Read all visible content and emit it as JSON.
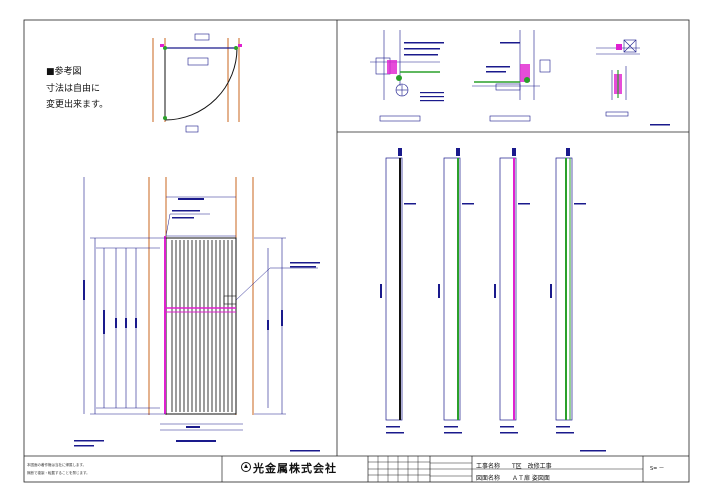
{
  "notes": {
    "title": "■参考図",
    "line1": "寸法は自由に",
    "line2": "変更出来ます。"
  },
  "title_block": {
    "company": "光金属株式会社",
    "project_label": "工事名称",
    "project_value": "T区　改修工事",
    "drawing_label": "図面名称",
    "drawing_value": "ＡＴ扉 姿図面",
    "disclaimer_line1": "本図面の著作権は当社に帰属します。",
    "disclaimer_line2": "無断で複製・転載することを禁じます。",
    "scale_value": "S= ー"
  },
  "colors": {
    "frame": "#1a1a8c",
    "wall": "#c8641e",
    "accent_magenta": "#e020d0",
    "accent_green": "#2aa02a",
    "text": "#111111"
  }
}
